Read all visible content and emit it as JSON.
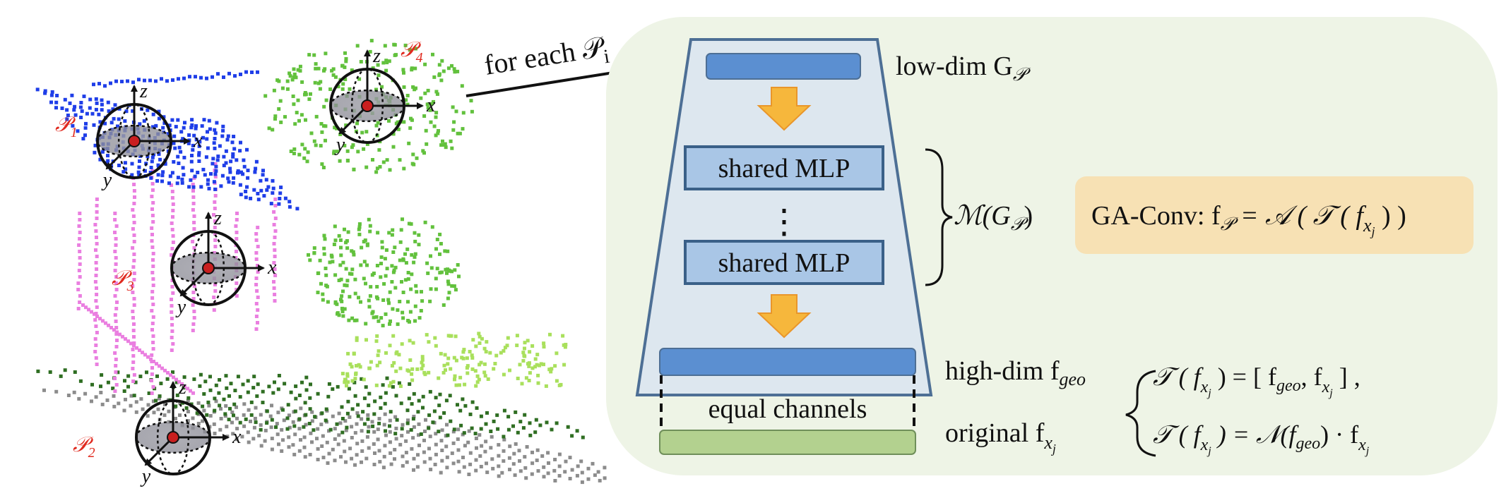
{
  "colors": {
    "panel_bg": "#eef4e6",
    "trapezoid_fill": "#dde7ef",
    "trapezoid_stroke": "#4d6f95",
    "bar_blue": "#5b8fd1",
    "mlp_fill": "#a9c6e6",
    "bar_green": "#b3d18f",
    "arrow_orange": "#f6b73c",
    "formula_box": "#f7e1b4",
    "point_blue": "#1f3ee8",
    "point_pink": "#ea7fe0",
    "point_green": "#62c13d",
    "point_dark_green": "#2f6e22",
    "point_light_green": "#a9e05c",
    "point_gray": "#8c8c8c",
    "label_red": "#e02a1f"
  },
  "left": {
    "patches": [
      {
        "label": "𝒫",
        "index": "1"
      },
      {
        "label": "𝒫",
        "index": "2"
      },
      {
        "label": "𝒫",
        "index": "3"
      },
      {
        "label": "𝒫",
        "index": "4"
      }
    ],
    "axis_x": "x",
    "axis_y": "y",
    "axis_z": "z"
  },
  "for_each": {
    "text": "for each 𝒫",
    "sub": "i"
  },
  "right": {
    "low_dim": {
      "text": "low-dim G",
      "sub": "𝒫"
    },
    "mlp1": "shared MLP",
    "mlp_dots": "⋮",
    "mlp2": "shared MLP",
    "mcal": {
      "pre": "ℳ(G",
      "sub": "𝒫",
      "post": ")"
    },
    "gaconv": {
      "prefix": "GA-Conv:  f",
      "sub_p": "𝒫",
      "mid": " = 𝒜 ( 𝒯 ( f",
      "sub_x": "x",
      "sub_j": "j",
      "close": " ) )"
    },
    "high_dim": {
      "text": "high-dim f",
      "sub": "geo"
    },
    "equal_channels": "equal channels",
    "original": {
      "text": "original f",
      "sub": "x",
      "subsub": "j"
    },
    "eq1": {
      "lhs": "𝒯 ( f",
      "sub": "x",
      "subsub": "j",
      "rhs_a": " ) = [ f",
      "rhs_sub": "geo",
      "rhs_b": ", f",
      "rhs_sub2": "x",
      "rhs_subsub2": "j",
      "rhs_c": " ] ,"
    },
    "eq2": {
      "lhs": "𝒯 ( f",
      "sub": "x",
      "subsub": "j",
      "rhs_a": " ) = 𝒩(f",
      "rhs_sub": "geo",
      "rhs_b": ") · f",
      "rhs_sub2": "x",
      "rhs_subsub2": "j"
    }
  }
}
